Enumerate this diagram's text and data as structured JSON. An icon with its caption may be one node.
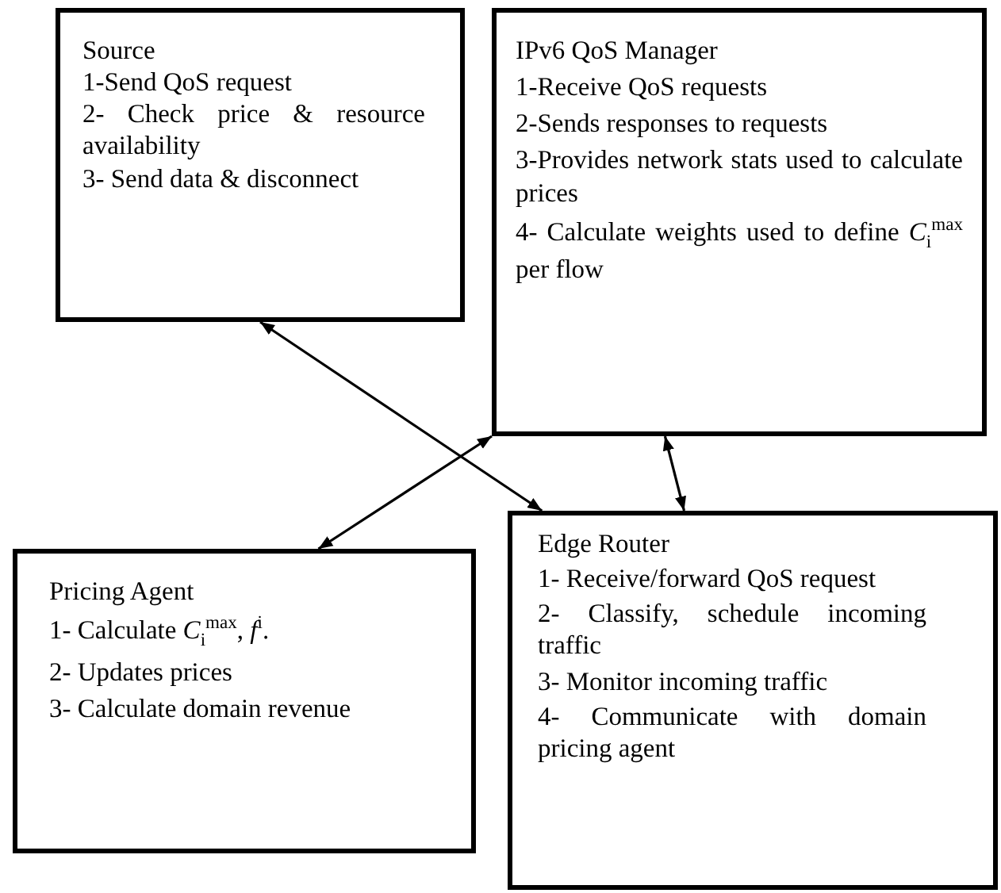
{
  "diagram": {
    "nodes": [
      {
        "text": [
          "Source",
          "1-Send QoS request",
          "2- Check price & resource availability",
          "3- Send data & disconnect"
        ]
      },
      {
        "text": [
          "IPv6 QoS Manager",
          "1-Receive QoS requests",
          "2-Sends responses to requests",
          "3-Provides network stats used to calculate prices",
          "4- Calculate weights used to define *C*$_{i}$$^{max}$ per flow"
        ]
      },
      {
        "text": [
          "Edge Router",
          "1- Receive/forward QoS request",
          "2- Classify, schedule incoming traffic",
          "3- Monitor incoming traffic",
          "4- Communicate with domain pricing agent"
        ]
      },
      {
        "text": [
          "Pricing Agent",
          "1- Calculate *C*$_{i}$$^{max}$, *f*$^{i}$.",
          "2- Updates prices",
          "3- Calculate domain revenue"
        ]
      }
    ],
    "edges": [
      {
        "from": 0,
        "to": 2,
        "arrow": "both"
      },
      {
        "from": 1,
        "to": 3,
        "arrow": "both"
      },
      {
        "from": 1,
        "to": 2,
        "arrow": "both"
      }
    ]
  }
}
